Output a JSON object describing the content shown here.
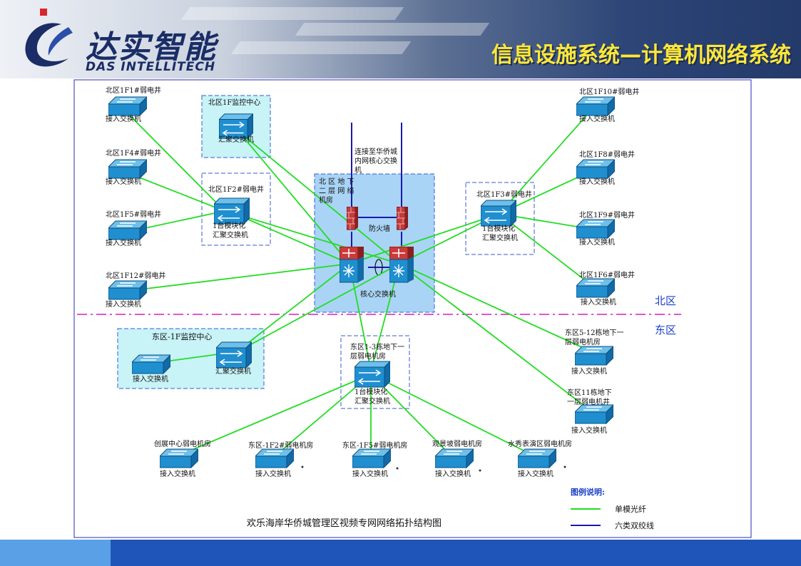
{
  "header": {
    "logo_cn": "达实智能",
    "logo_en": "DAS INTELLITECH",
    "title": "信息设施系统—计算机网络系统"
  },
  "zones": {
    "north": "北区",
    "east": "东区"
  },
  "groups": {
    "north_1f_monitor": "北区1F监控中心",
    "north_core_room": [
      "北 区 地 下",
      "二 层 网 络",
      "机房"
    ],
    "external_link": [
      "连接至华侨城",
      "内网核心交换",
      "机"
    ],
    "east_1f_monitor": "东区-1F监控中心",
    "east_3_room": [
      "东区1-3栋地下一",
      "层弱电机房"
    ]
  },
  "devices": [
    {
      "id": "n1f1",
      "location": "北区1F1#弱电井",
      "label": "接入交换机"
    },
    {
      "id": "n1f4",
      "location": "北区1F4#弱电井",
      "label": "接入交换机"
    },
    {
      "id": "n1f5",
      "location": "北区1F5#弱电井",
      "label": "接入交换机"
    },
    {
      "id": "n1f12",
      "location": "北区1F12#弱电井",
      "label": "接入交换机"
    },
    {
      "id": "nmon",
      "location": "",
      "label": "汇聚交换机"
    },
    {
      "id": "n1f2",
      "location": "北区1F2#弱电井",
      "label": [
        "1台模块化",
        "汇聚交换机"
      ]
    },
    {
      "id": "n1f3",
      "location": "北区1F3#弱电井",
      "label": [
        "1台模块化",
        "汇聚交换机"
      ]
    },
    {
      "id": "n1f10",
      "location": "北区1F10#弱电井",
      "label": "接入交换机"
    },
    {
      "id": "n1f8",
      "location": "北区1F8#弱电井",
      "label": "接入交换机"
    },
    {
      "id": "n1f9",
      "location": "北区1F9#弱电井",
      "label": "接入交换机"
    },
    {
      "id": "n1f6",
      "location": "北区1F6#弱电井",
      "label": "接入交换机"
    },
    {
      "id": "emon_acc",
      "location": "",
      "label": "接入交换机"
    },
    {
      "id": "emon_agg",
      "location": "",
      "label": "汇聚交换机"
    },
    {
      "id": "e3",
      "location": "",
      "label": [
        "1台模块化",
        "汇聚交换机"
      ]
    },
    {
      "id": "e512",
      "location": [
        "东区5-12栋地下一",
        "层弱电机房"
      ],
      "label": "接入交换机"
    },
    {
      "id": "e11",
      "location": [
        "东区11栋地下",
        "一层弱电机井"
      ],
      "label": "接入交换机"
    },
    {
      "id": "ecz",
      "location": "创展中心弱电机房",
      "label": "接入交换机"
    },
    {
      "id": "e1f2",
      "location": "东区-1F2#弱电机房",
      "label": "接入交换机"
    },
    {
      "id": "e1f5",
      "location": "东区-1F5#弱电机房",
      "label": "接入交换机"
    },
    {
      "id": "egjp",
      "location": "观景坡弱电机房",
      "label": "接入交换机"
    },
    {
      "id": "esx",
      "location": "水秀表演区弱电机房",
      "label": "接入交换机"
    }
  ],
  "core": {
    "label": "核心交换机",
    "firewall": "防火墙"
  },
  "caption": "欢乐海岸华侨城管理区视频专网网络拓扑结构图",
  "legend": {
    "title": "图例说明:",
    "items": [
      {
        "label": "单模光纤",
        "color": "#22dd22"
      },
      {
        "label": "六类双绞线",
        "color": "#1a1aaa"
      }
    ]
  },
  "colors": {
    "fiber": "#22dd22",
    "twisted_pair": "#1a1aaa",
    "zone_divider": "#d61fbf",
    "zone_text": "#1a3ec8",
    "switch": "#1f8fd0",
    "core_room_fill": "#a9d4f5",
    "monitor_fill": "#c8f3f7"
  }
}
